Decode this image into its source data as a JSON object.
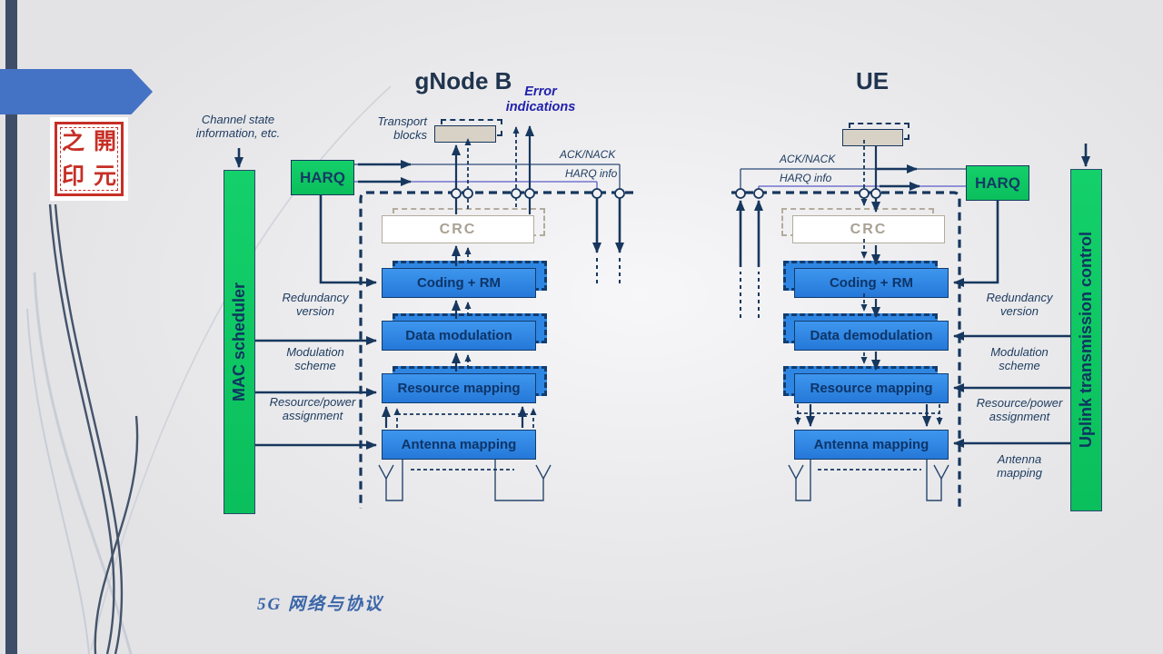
{
  "slide": {
    "footer_text": "5G 网络与协议",
    "stamp": {
      "chars": [
        "之",
        "開",
        "印",
        "元"
      ]
    }
  },
  "gnb": {
    "title": "gNode B",
    "channel_state_label": "Channel state information, etc.",
    "mac_scheduler_label": "MAC scheduler",
    "harq_label": "HARQ",
    "transport_blocks_label": "Transport blocks",
    "error_indications_label": "Error indications",
    "ack_nack_label": "ACK/NACK",
    "harq_info_label": "HARQ info",
    "crc_label": "CRC",
    "chain": [
      "Coding + RM",
      "Data modulation",
      "Resource mapping",
      "Antenna mapping"
    ],
    "control_labels": [
      "Redundancy version",
      "Modulation scheme",
      "Resource/power assignment"
    ]
  },
  "ue": {
    "title": "UE",
    "uplink_control_label": "Uplink transmission control",
    "harq_label": "HARQ",
    "ack_nack_label": "ACK/NACK",
    "harq_info_label": "HARQ info",
    "crc_label": "CRC",
    "chain": [
      "Coding + RM",
      "Data demodulation",
      "Resource mapping",
      "Antenna mapping"
    ],
    "control_labels": [
      "Redundancy version",
      "Modulation scheme",
      "Resource/power assignment",
      "Antenna mapping"
    ]
  },
  "colors": {
    "accent_green": "#0dc763",
    "box_blue": "#2e86e2",
    "line_navy": "#17375e",
    "harq_info_purple": "#5b5bc8",
    "error_text_blue": "#2121ac",
    "stamp_red": "#c62f26",
    "sidebar_navy": "#3f4e68",
    "banner_arrow_blue": "#4472c4"
  }
}
